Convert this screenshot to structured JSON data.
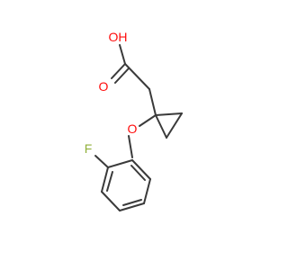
{
  "molecule": {
    "atoms": {
      "oh": "OH",
      "o_carbonyl": "O",
      "o_ether": "O",
      "f": "F"
    },
    "colors": {
      "bond": "#3a3a3a",
      "oxygen": "#ff0d0d",
      "fluorine": "#90b03a"
    }
  }
}
